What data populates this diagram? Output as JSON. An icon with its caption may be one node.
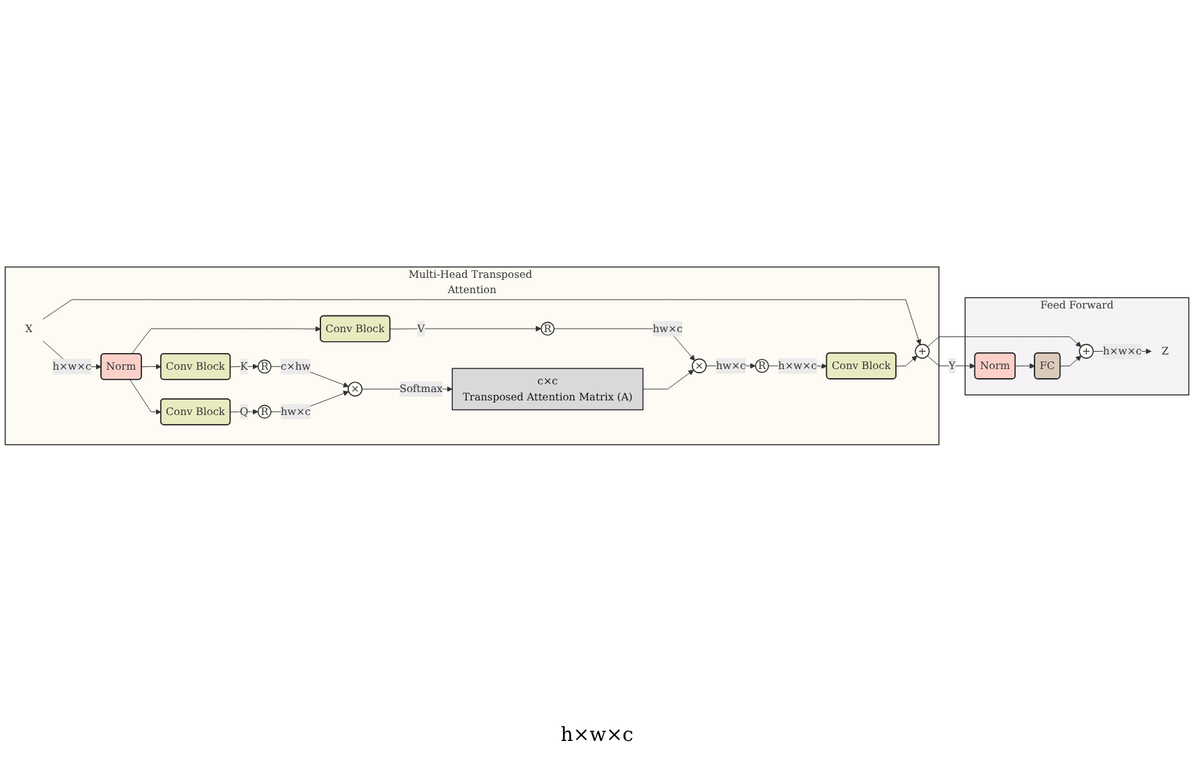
{
  "diagram": {
    "nodes": [
      {
        "text": [
          "Multi-Head Transposed Attention"
        ]
      },
      {
        "text": [
          "X"
        ],
        "in": 0
      },
      {
        "text": [
          "Norm"
        ],
        "in": 0
      },
      {
        "text": [
          "Conv Block"
        ],
        "in": 0
      },
      {
        "text": [
          "Conv Block"
        ],
        "in": 0
      },
      {
        "text": [
          "Conv Block"
        ],
        "in": 0
      },
      {
        "text": [
          "R"
        ],
        "in": 0
      },
      {
        "text": [
          "×"
        ],
        "in": 0
      },
      {
        "text": [
          "R"
        ],
        "in": 0
      },
      {
        "text": [
          "Conv Block"
        ],
        "in": 0
      },
      {
        "text": [
          "+"
        ],
        "in": 0
      },
      {
        "text": [
          "R"
        ],
        "in": 0
      },
      {
        "text": [
          "×"
        ],
        "in": 0
      },
      {
        "text": [
          "c×c",
          "Transposed Attention Matrix (A)"
        ],
        "in": 0
      },
      {
        "text": [
          "R"
        ],
        "in": 0
      },
      {
        "text": [
          "Feed Forward"
        ]
      },
      {
        "text": [
          "Norm"
        ],
        "in": 15
      },
      {
        "text": [
          "FC"
        ],
        "in": 15
      },
      {
        "text": [
          "+"
        ],
        "in": 15
      },
      {
        "text": [
          "Z"
        ],
        "in": 15
      }
    ],
    "edges": [
      {
        "from": 1,
        "to": 2,
        "arrow": "to",
        "label": "h×w×c"
      },
      {
        "from": 1,
        "to": 10,
        "arrow": "to"
      },
      {
        "from": 2,
        "to": 3,
        "arrow": "to"
      },
      {
        "from": 2,
        "to": 4,
        "arrow": "to"
      },
      {
        "from": 2,
        "to": 5,
        "arrow": "to"
      },
      {
        "from": 3,
        "to": 6,
        "arrow": "to",
        "label": "V"
      },
      {
        "from": 4,
        "to": 11,
        "arrow": "to",
        "label": "K"
      },
      {
        "from": 5,
        "to": 14,
        "arrow": "to",
        "label": "Q"
      },
      {
        "from": 6,
        "to": 7,
        "arrow": "to",
        "label": "hw×c"
      },
      {
        "from": 7,
        "to": 8,
        "arrow": "to",
        "label": "hw×c"
      },
      {
        "from": 8,
        "to": 9,
        "arrow": "to",
        "label": "h×w×c"
      },
      {
        "from": 9,
        "to": 10,
        "arrow": "to"
      },
      {
        "from": 11,
        "to": 12,
        "arrow": "to",
        "label": "c×hw"
      },
      {
        "from": 14,
        "to": 12,
        "arrow": "to",
        "label": "hw×c"
      },
      {
        "from": 12,
        "to": 13,
        "arrow": "to",
        "label": "Softmax"
      },
      {
        "from": 13,
        "to": 7,
        "arrow": "to"
      },
      {
        "from": 10,
        "to": 16,
        "arrow": "to",
        "label": "Y"
      },
      {
        "from": 10,
        "to": 18,
        "arrow": "to"
      },
      {
        "from": 16,
        "to": 17,
        "arrow": "to"
      },
      {
        "from": 17,
        "to": 18,
        "arrow": "to"
      },
      {
        "from": 18,
        "to": 19,
        "arrow": "to",
        "label": "h×w×c"
      }
    ],
    "labels": [
      "h×w×c"
    ]
  }
}
